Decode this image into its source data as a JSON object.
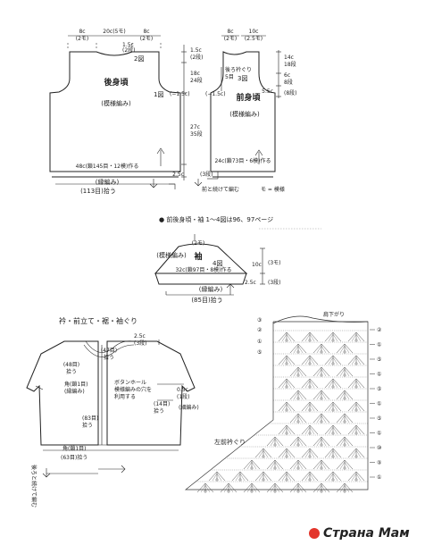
{
  "back_body": {
    "top_left": "8c",
    "top_left_sub": "(2モ)",
    "top_center": "20c(5モ)",
    "top_right": "8c",
    "top_right_sub": "(2モ)",
    "shoulder": "1.5c",
    "shoulder_sub": "(2段)",
    "diag_label": "2図",
    "side_1": "1.5c",
    "side_1_sub": "(2段)",
    "side_2": "18c",
    "side_2_sub": "24段",
    "side_3": "27c",
    "side_3_sub": "35段",
    "hem_side": "2.5c",
    "hem_side_sub": "(3段)",
    "title": "後身頃",
    "pattern": "(模様編み)",
    "marker_1": "1図",
    "decrease": "(−1.5c)",
    "cast_on": "48c(鎖145目・12模)作る",
    "edging": "(縁編み)",
    "pick_up": "(113目)拾う"
  },
  "front_body": {
    "top_left": "8c",
    "top_left_sub": "(2モ)",
    "top_right": "10c",
    "top_right_sub": "(2.5モ)",
    "side_1": "14c",
    "side_1_sub": "18段",
    "side_2": "6c",
    "side_2_sub": "8段",
    "side_3": "5.5c",
    "side_3_sub": "(8段)",
    "neck_label": "後ろ衿ぐり",
    "neck_sub": "5目",
    "diag_label": "3図",
    "decrease": "(−1.5c)",
    "title": "前身頃",
    "pattern": "(模様編み)",
    "cast_on": "24c(鎖73目・6模)作る",
    "join": "前と続けて編む",
    "legend": "モ = 模様"
  },
  "note": "● 前後身頃・袖 1〜4図は96、97ページ",
  "sleeve": {
    "top": "(2モ)",
    "pattern": "(模様編み)",
    "title": "袖",
    "diag_label": "4図",
    "cast_on": "32c(鎖97目・8模)作る",
    "height": "10c",
    "height_sub": "(3モ)",
    "edging_h": "2.5c",
    "edging_h_sub": "(3段)",
    "edging": "(縁編み)",
    "pick_up": "(85目)拾う"
  },
  "finish": {
    "title": "衿・前立て・裾・袖ぐり",
    "neck_w": "2.5c",
    "neck_w_sub": "(3段)",
    "neck_pick": "(47目)",
    "neck_pick_sub": "拾う",
    "front_pick": "(48目)",
    "front_pick_sub": "拾う",
    "corner_1": "角(鎖1目)",
    "corner_1_sub": "(縁編み)",
    "buttonhole": "ボタンホール",
    "buttonhole_2": "模様編みの穴を",
    "buttonhole_3": "利用する",
    "edge_1": "0.5c",
    "edge_1_sub": "(1段)",
    "edge_2": "(細編み)",
    "armhole_count": "(14目)",
    "armhole_sub": "拾う",
    "side_count": "(83目)",
    "side_count_sub": "拾う",
    "corner_2": "角(鎖1目)",
    "hem_pick": "(63目)拾う",
    "join": "後ろと続けて編む"
  },
  "chart": {
    "title": "肩下がり",
    "neck_label": "左前衿ぐり",
    "rows": [
      "②",
      "①",
      "⑤",
      "①",
      "⑤",
      "①",
      "⑤",
      "①",
      "⑩",
      "⑤",
      "①"
    ],
    "markers": [
      "③",
      "②",
      "①",
      "⑤"
    ]
  },
  "watermark": "Страна Мам"
}
